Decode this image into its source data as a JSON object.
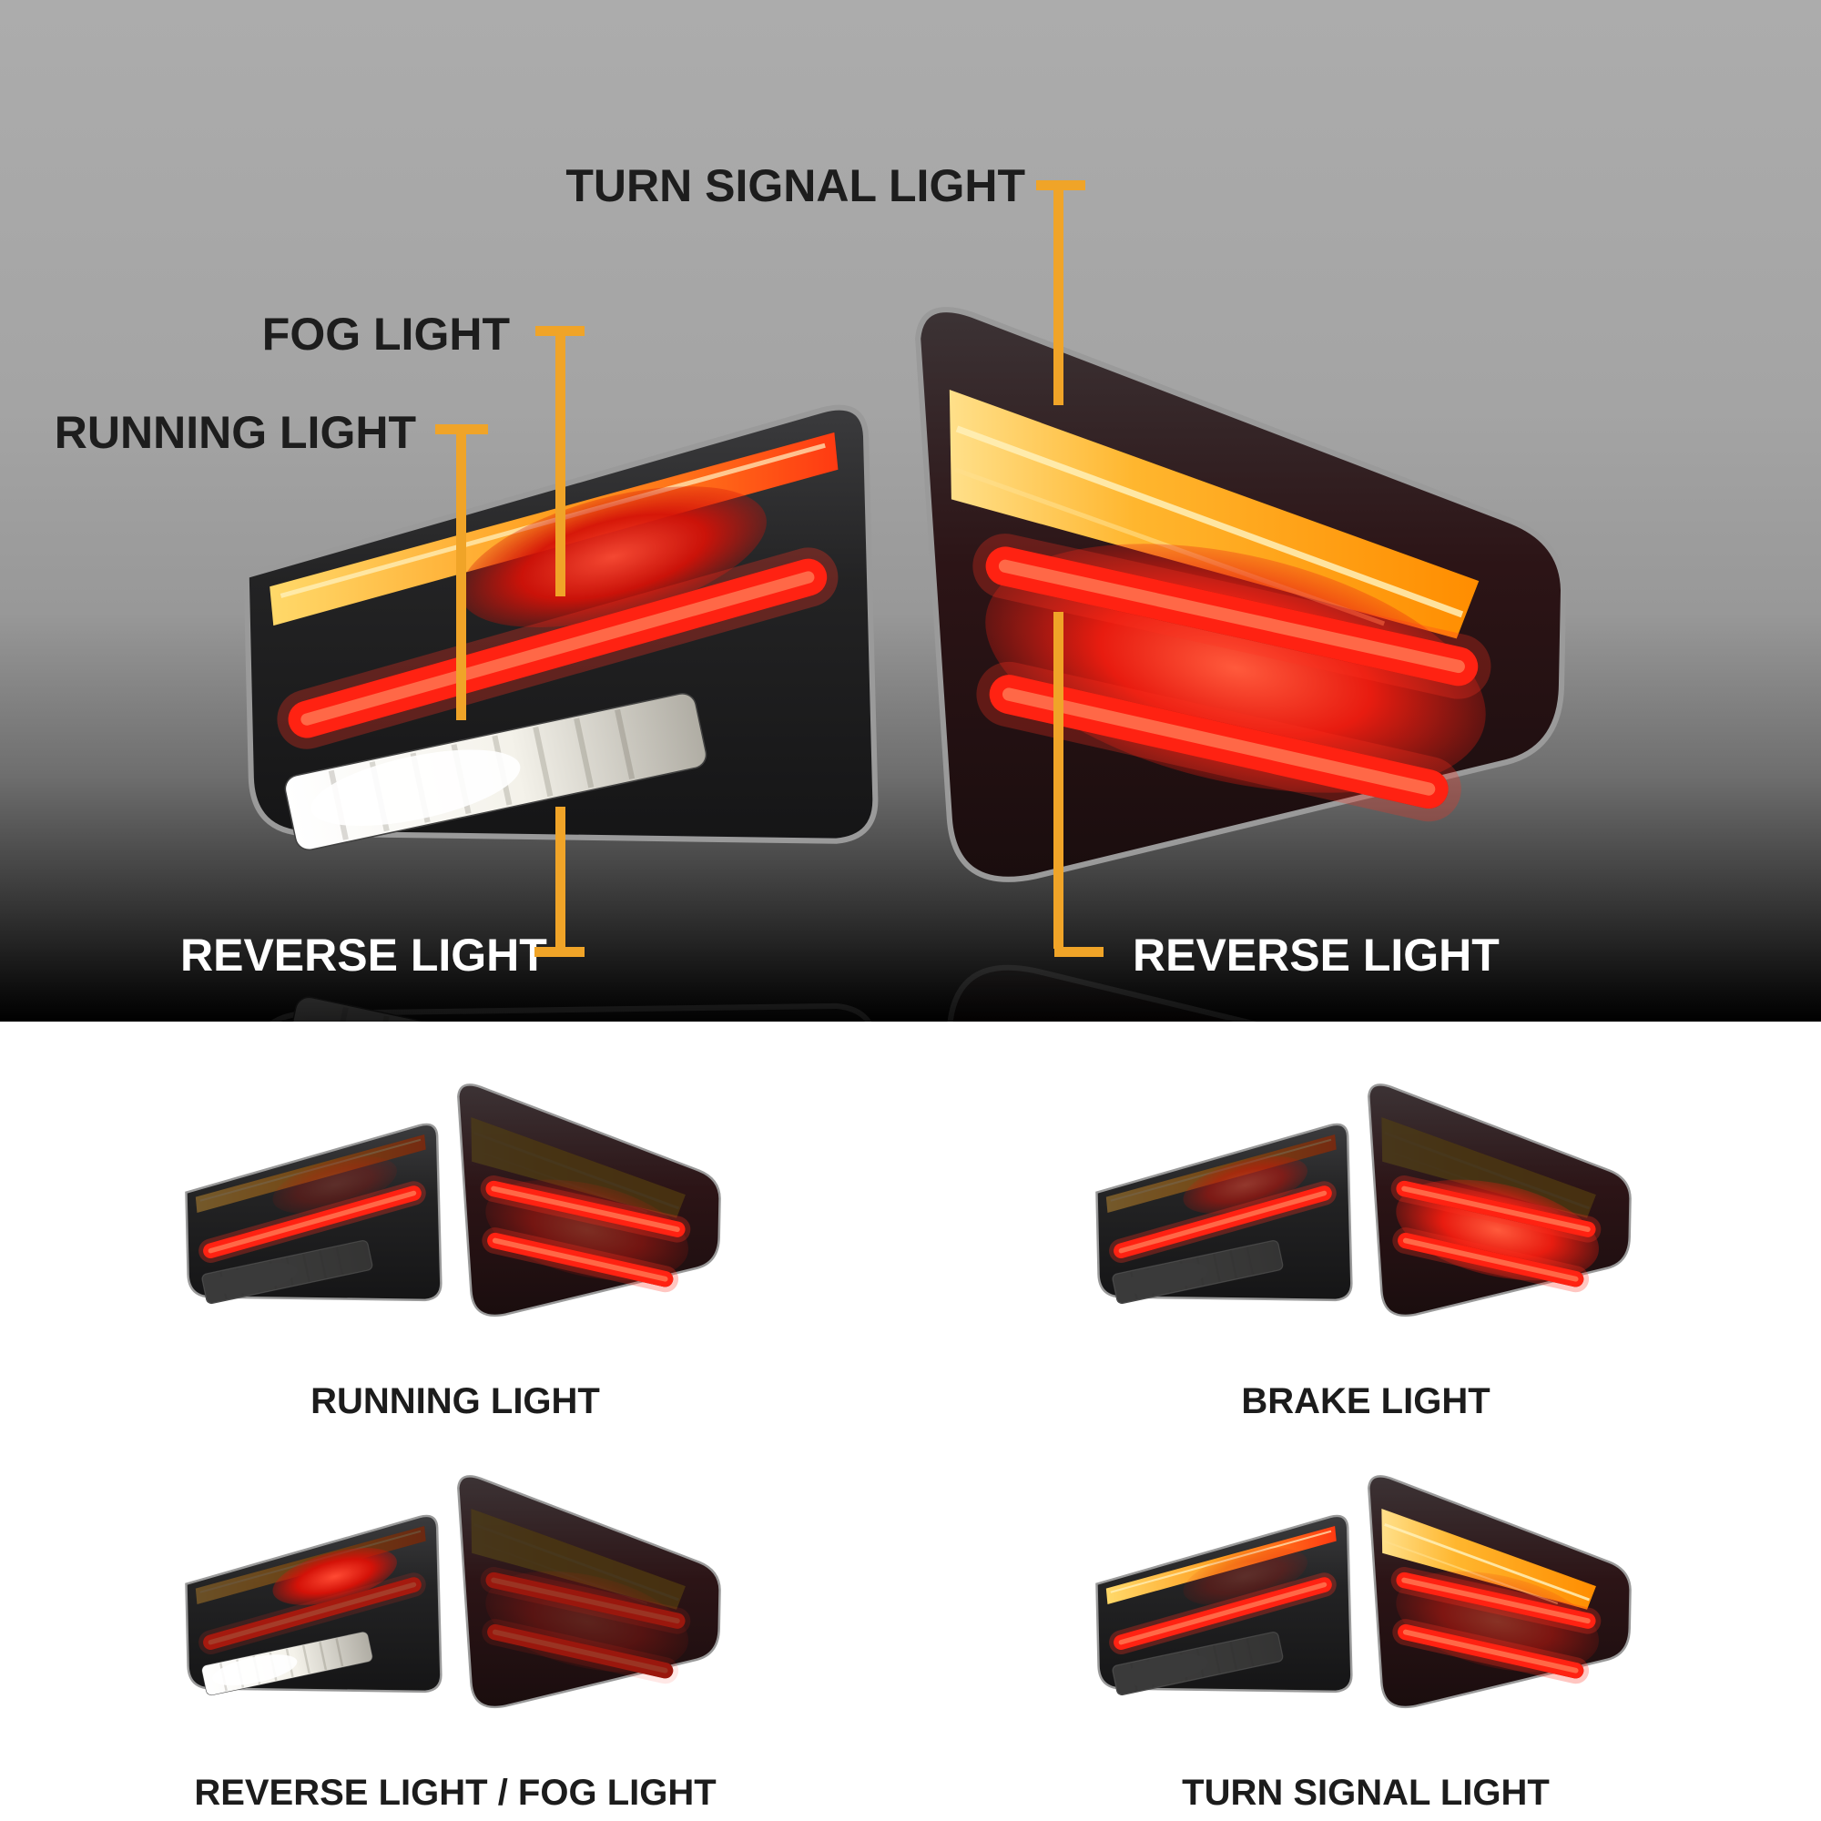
{
  "hero": {
    "callouts": {
      "turn": "TURN SIGNAL LIGHT",
      "fog": "FOG LIGHT",
      "running": "RUNNING LIGHT",
      "reverse_left": "REVERSE LIGHT",
      "reverse_right": "REVERSE LIGHT"
    }
  },
  "grid": {
    "items": [
      {
        "label": "RUNNING LIGHT"
      },
      {
        "label": "BRAKE LIGHT"
      },
      {
        "label": "REVERSE LIGHT / FOG LIGHT"
      },
      {
        "label": "TURN SIGNAL LIGHT"
      }
    ]
  },
  "colors": {
    "callout_accent": "#F0A428",
    "label_dark": "#1D1D1D",
    "label_light": "#FFFFFF",
    "hero_background_top": "#ACACAC",
    "hero_background_bottom": "#000000",
    "tail_light_red": "#FF2212",
    "turn_signal_amber": "#FFB62E",
    "reverse_white": "#FFFFFF"
  }
}
